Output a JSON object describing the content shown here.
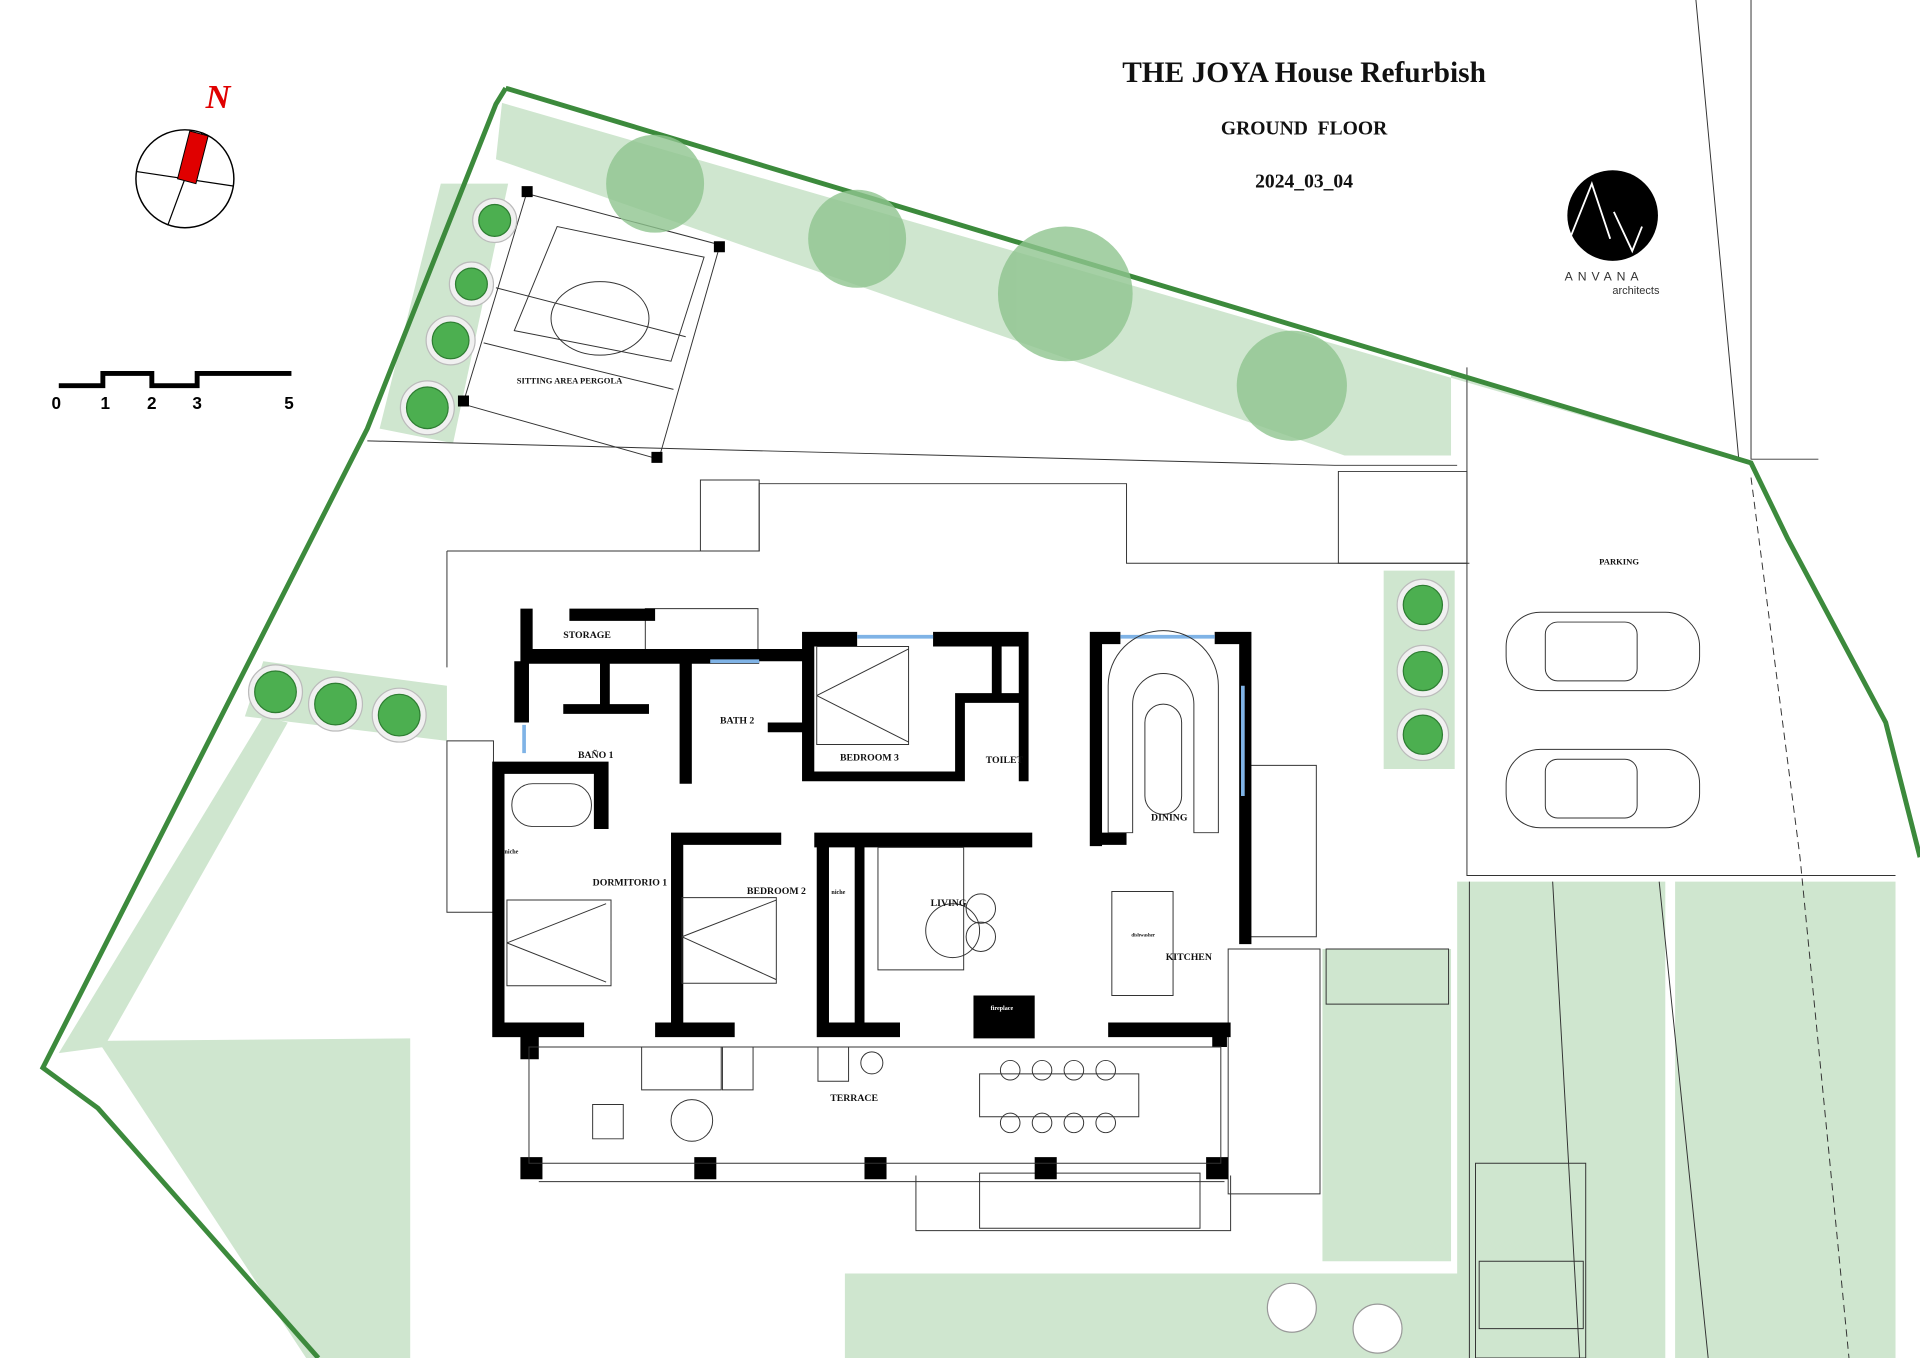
{
  "header": {
    "title": "THE JOYA House Refurbish",
    "floor": "GROUND  FLOOR",
    "date": "2024_03_04"
  },
  "logo": {
    "name": "ANVANA",
    "sub": "architects"
  },
  "compass": {
    "label": "N"
  },
  "scale_bar": {
    "ticks": [
      "0",
      "1",
      "2",
      "3",
      "5"
    ]
  },
  "rooms": {
    "pergola": "SITTING AREA PERGOLA",
    "storage": "STORAGE",
    "bano1": "BAÑO 1",
    "bath2": "BATH 2",
    "bedroom3": "BEDROOM 3",
    "toilet": "TOILET",
    "dormitorio1": "DORMITORIO 1",
    "bedroom2": "BEDROOM 2",
    "niche1": "niche",
    "niche2": "niche",
    "living": "LIVING",
    "dining": "DINING",
    "kitchen": "KITCHEN",
    "dishwasher": "dishwasher",
    "fireplace": "fireplace",
    "terrace": "TERRACE",
    "parking": "PARKING"
  },
  "colors": {
    "boundary": "#3c8a3c",
    "lawn": "#cfe6cf",
    "north": "#e00000",
    "window": "#7fb3e6"
  }
}
